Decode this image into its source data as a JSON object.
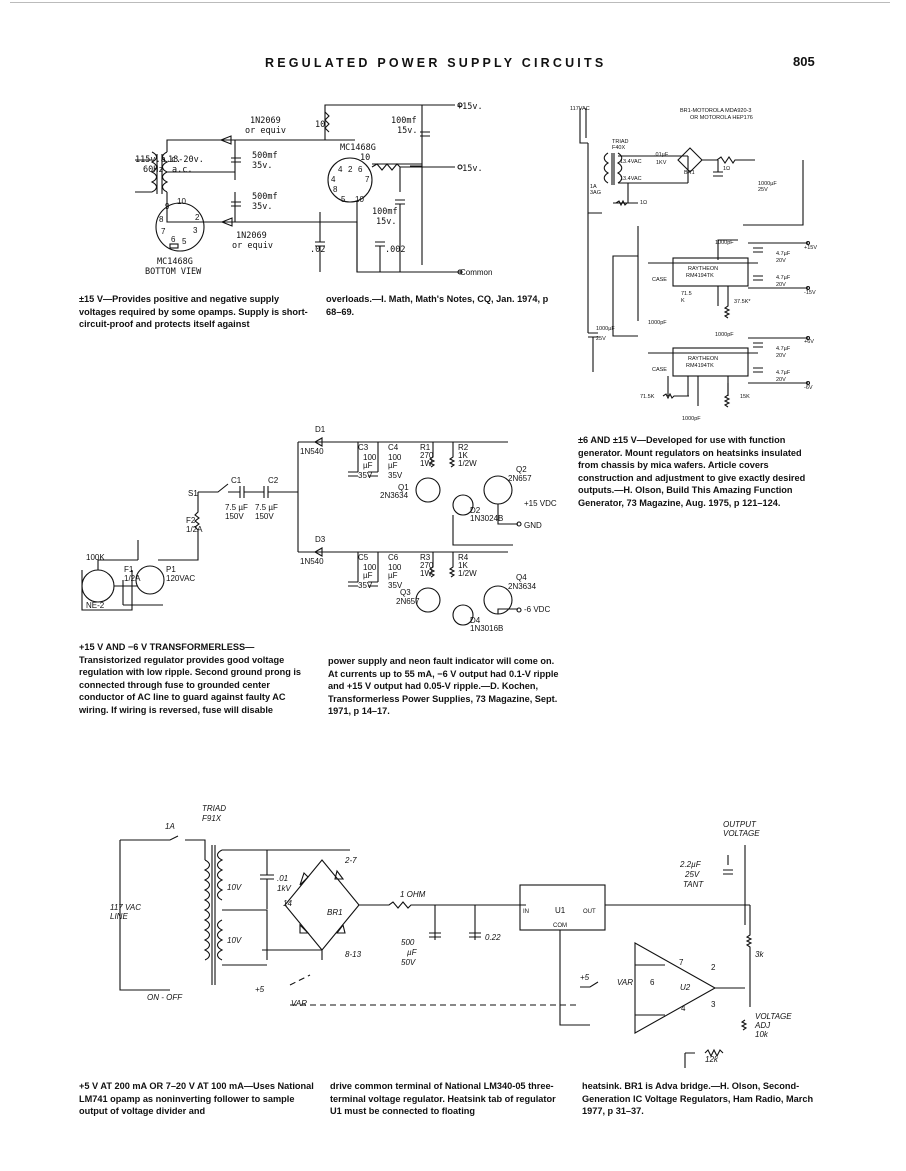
{
  "header": {
    "title": "REGULATED POWER SUPPLY CIRCUITS",
    "page_number": "805"
  },
  "diagram1": {
    "labels": [
      "1N2069",
      "or equiv",
      "10",
      "100mf",
      "15v.",
      "+15v.",
      "MC1468G",
      "10",
      "-15v.",
      "115v.a.c.",
      "60Hz",
      "18-20v.",
      "a.c.",
      "500mf",
      "35v.",
      "500mf",
      "35v.",
      "100mf",
      "15v.",
      "1N2069",
      "or equiv",
      ".02",
      ".002",
      "Common",
      "MC1468G",
      "BOTTOM VIEW"
    ],
    "pins": [
      "1",
      "2",
      "3",
      "4",
      "5",
      "6",
      "7",
      "8",
      "9",
      "10"
    ]
  },
  "caption1": {
    "col1": "±15 V—Provides positive and negative supply voltages required by some opamps. Supply is short-circuit-proof and protects itself against",
    "col2": "overloads.—I. Math, Math's Notes, CQ, Jan. 1974, p 68–69."
  },
  "diagram2": {
    "labels": [
      "117VAC",
      "BR1-MOTOROLA MDA920-3",
      "OR MOTOROLA HEP176",
      "TRIAD",
      "F40X",
      ".01µF",
      "1KV",
      "13.4VAC",
      "13.4VAC",
      "BR1",
      "1Ω",
      "1000µF",
      "25V",
      "1A",
      "3AG",
      "1Ω",
      "1000pF",
      "RAYTHEON",
      "RM4194TK",
      "CASE",
      "4.7µF",
      "20V",
      "4.7µF",
      "20V",
      "+15V",
      "-15V",
      "71.5",
      "K",
      "37.5K*",
      "1000pF",
      "1000µF",
      "25V",
      "1000pF",
      "RAYTHEON",
      "RM4194TK",
      "CASE",
      "4.7µF",
      "20V",
      "4.7µF",
      "20V",
      "+6V",
      "-6V",
      "71.5K",
      "15K",
      "1000pF"
    ]
  },
  "caption2": "±6 AND ±15 V—Developed for use with function generator. Mount regulators on heatsinks insulated from chassis by mica wafers. Article covers construction and adjustment to give exactly desired outputs.—H. Olson, Build This Amazing Function Generator, 73 Magazine, Aug. 1975, p 121–124.",
  "diagram3": {
    "labels": [
      "D1",
      "1N540",
      "C3",
      "100",
      "µF",
      "35V",
      "C4",
      "100",
      "µF",
      "35V",
      "R1",
      "270",
      "1W",
      "R2",
      "1K",
      "1/2W",
      "Q2",
      "2N657",
      "Q1",
      "2N3634",
      "D2",
      "1N3024B",
      "+15 VDC",
      "GND",
      "S1",
      "C1",
      "C2",
      "7.5 µF",
      "150V",
      "7.5 µF",
      "150V",
      "F2",
      "1/2A",
      "D3",
      "1N540",
      "C5",
      "100",
      "µF",
      "35V",
      "C6",
      "100",
      "µF",
      "35V",
      "R3",
      "270",
      "1W",
      "R4",
      "1K",
      "1/2W",
      "Q4",
      "2N3634",
      "Q3",
      "2N657",
      "D4",
      "1N3016B",
      "-6 VDC",
      "100K",
      "F1",
      "1/2A",
      "P1",
      "120VAC",
      "NE-2"
    ]
  },
  "caption3": {
    "col1": "+15 V AND −6 V TRANSFORMERLESS—Transistorized regulator provides good voltage regulation with low ripple. Second ground prong is connected through fuse to grounded center conductor of AC line to guard against faulty AC wiring. If wiring is reversed, fuse will disable",
    "col2": "power supply and neon fault indicator will come on. At currents up to 55 mA, −6 V output had 0.1-V ripple and +15 V output had 0.05-V ripple.—D. Kochen, Transformerless Power Supplies, 73 Magazine, Sept. 1971, p 14–17."
  },
  "diagram4": {
    "labels": [
      "TRIAD",
      "F91X",
      "1A",
      "117 VAC",
      "LINE",
      "ON - OFF",
      "10V",
      "10V",
      ".01",
      "1kV",
      "2-7",
      "14",
      "8-13",
      "BR1",
      "1 OHM",
      "500",
      "µF",
      "50V",
      "0.22",
      "+5",
      "VAR",
      "IN",
      "U1",
      "OUT",
      "COM",
      "+5",
      "VAR",
      "U2",
      "2.2µF",
      "25V",
      "TANT",
      "OUTPUT",
      "VOLTAGE",
      "3k",
      "VOLTAGE",
      "ADJ",
      "10k",
      "12k",
      "7",
      "6",
      "2",
      "3",
      "4"
    ]
  },
  "caption4": {
    "col1": "+5 V AT 200 mA OR 7–20 V AT 100 mA—Uses National LM741 opamp as noninverting follower to sample output of voltage divider and",
    "col2": "drive common terminal of National LM340-05 three-terminal voltage regulator. Heatsink tab of regulator U1 must be connected to floating",
    "col3": "heatsink. BR1 is Adva bridge.—H. Olson, Second-Generation IC Voltage Regulators, Ham Radio, March 1977, p 31–37."
  }
}
